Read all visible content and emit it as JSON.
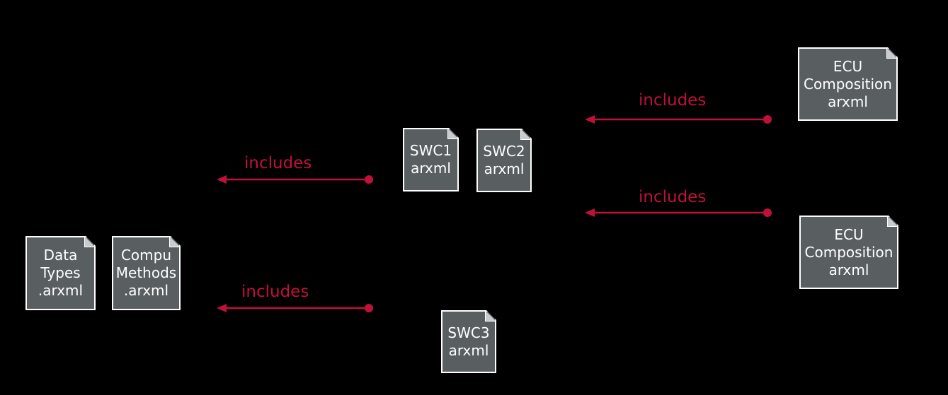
{
  "colors": {
    "background": "#000000",
    "document_fill": "#595f61",
    "document_border": "#ffffff",
    "document_text": "#ffffff",
    "edge": "#c0113a"
  },
  "documents": {
    "data_types": {
      "lines": [
        "Data",
        "Types",
        ".arxml"
      ]
    },
    "compu_methods": {
      "lines": [
        "Compu",
        "Methods",
        ".arxml"
      ]
    },
    "swc1": {
      "lines": [
        "SWC1",
        "arxml"
      ]
    },
    "swc2": {
      "lines": [
        "SWC2",
        "arxml"
      ]
    },
    "swc3": {
      "lines": [
        "SWC3",
        "arxml"
      ]
    },
    "ecu_composition_1": {
      "lines": [
        "ECU",
        "Composition",
        "arxml"
      ]
    },
    "ecu_composition_2": {
      "lines": [
        "ECU",
        "Composition",
        "arxml"
      ]
    }
  },
  "edges": {
    "swc1_to_shared": {
      "label": "includes"
    },
    "swc3_to_shared": {
      "label": "includes"
    },
    "ecu1_to_swcs": {
      "label": "includes"
    },
    "ecu2_to_swcs": {
      "label": "includes"
    }
  }
}
